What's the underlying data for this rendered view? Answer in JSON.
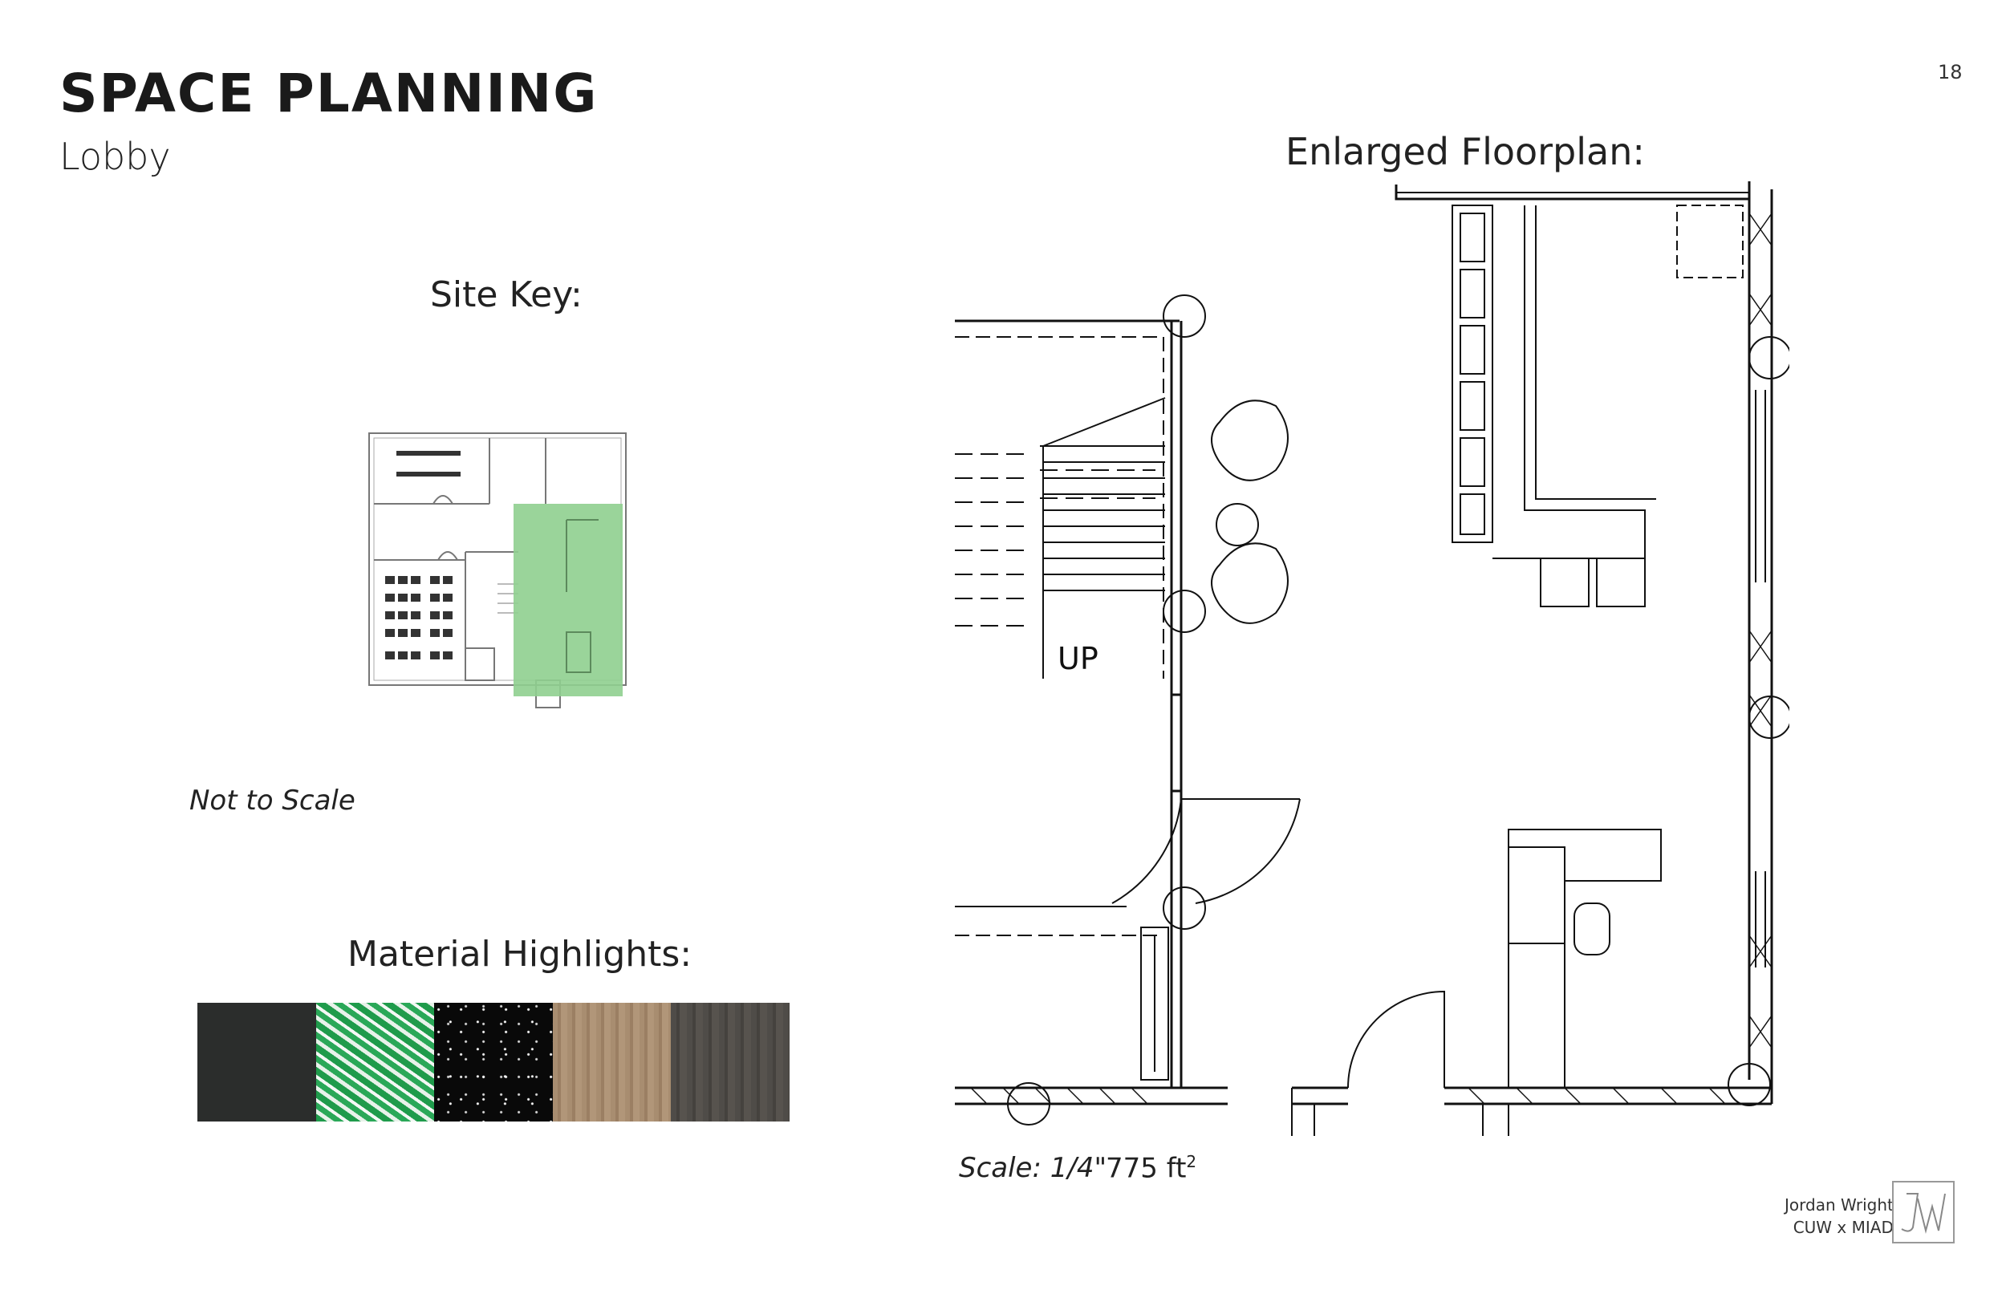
{
  "page": {
    "title": "SPACE PLANNING",
    "subtitle": "Lobby",
    "page_number": "18"
  },
  "site_key": {
    "heading": "Site Key:",
    "note": "Not to Scale",
    "highlight_color": "#8fcf8f"
  },
  "materials": {
    "heading": "Material Highlights:",
    "swatches": [
      {
        "name": "charcoal-solid",
        "color": "#2b2d2c"
      },
      {
        "name": "green-pattern",
        "color": "#1e9a4a"
      },
      {
        "name": "black-speckle",
        "color": "#0a0a0a"
      },
      {
        "name": "light-wood",
        "color": "#a78b6e"
      },
      {
        "name": "dark-wood",
        "color": "#4d4a46"
      }
    ]
  },
  "floorplan": {
    "heading": "Enlarged Floorplan:",
    "up_label": "UP",
    "scale_label": "Scale: 1/4\"",
    "area_value": "775 ft",
    "area_exp": "2"
  },
  "credit": {
    "name": "Jordan Wright",
    "org": "CUW x MIAD",
    "logo_text": "JW"
  }
}
